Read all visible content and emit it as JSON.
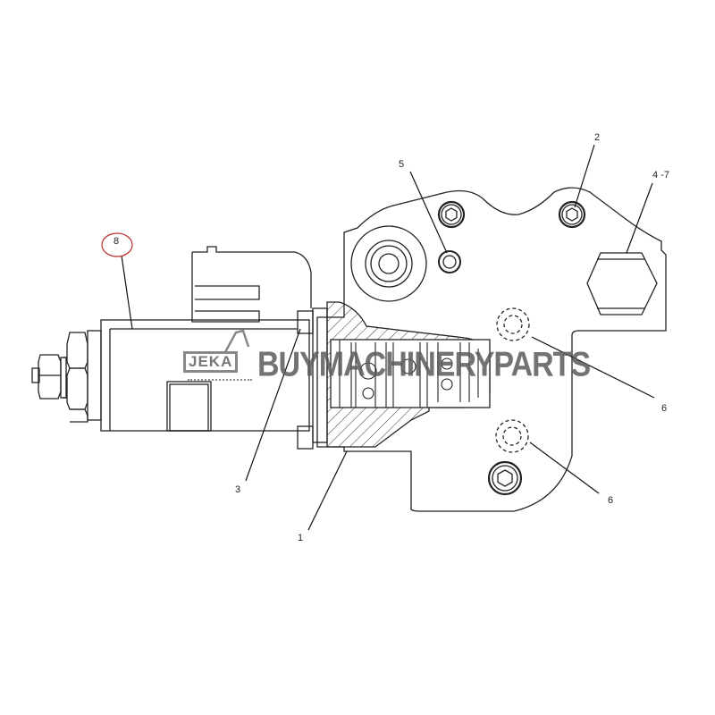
{
  "diagram": {
    "type": "exploded parts diagram",
    "subject": "solenoid valve assembly with valve body (sectioned)",
    "line_color": "#222222",
    "highlight_color": "#c0393b",
    "background": "#ffffff"
  },
  "callouts": [
    {
      "id": "8",
      "label": "8",
      "highlighted": true,
      "target": "solenoid coil housing"
    },
    {
      "id": "2",
      "label": "2",
      "highlighted": false,
      "target": "upper right socket head bolt"
    },
    {
      "id": "5",
      "label": "5",
      "highlighted": false,
      "target": "small plug / orifice"
    },
    {
      "id": "4-7",
      "label": "4 -7",
      "highlighted": false,
      "target": "hex plug"
    },
    {
      "id": "6a",
      "label": "6",
      "highlighted": false,
      "target": "upper dashed port (O-ring)"
    },
    {
      "id": "6b",
      "label": "6",
      "highlighted": false,
      "target": "lower dashed port (O-ring)"
    },
    {
      "id": "3",
      "label": "3",
      "highlighted": false,
      "target": "solenoid flange / seal"
    },
    {
      "id": "1",
      "label": "1",
      "highlighted": false,
      "target": "valve body / spool (sectioned)"
    }
  ],
  "watermark": {
    "logo_text": "JEKA",
    "text": "BUYMACHINERYPARTS",
    "logo_accent": "#e8e070"
  }
}
